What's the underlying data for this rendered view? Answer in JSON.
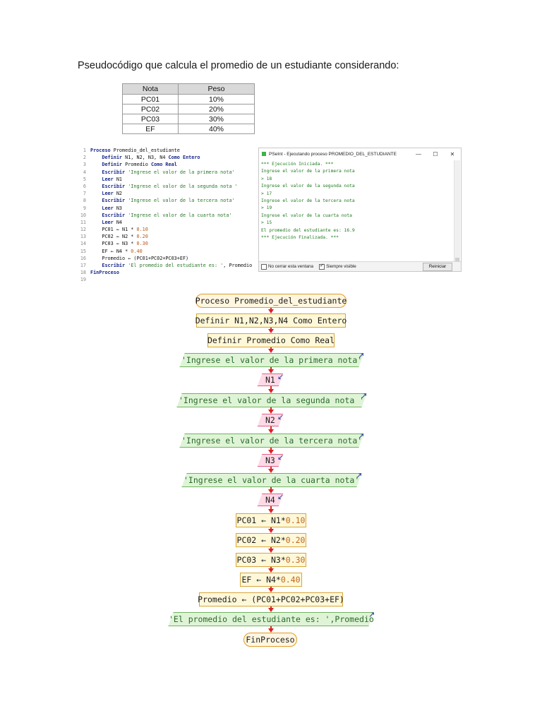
{
  "heading": "Pseudocódigo que calcula el promedio de un estudiante considerando:",
  "weights_table": {
    "headers": [
      "Nota",
      "Peso"
    ],
    "rows": [
      [
        "PC01",
        "10%"
      ],
      [
        "PC02",
        "20%"
      ],
      [
        "PC03",
        "30%"
      ],
      [
        "EF",
        "40%"
      ]
    ]
  },
  "code_lines": [
    {
      "n": "1",
      "parts": [
        [
          "kw",
          "Proceso"
        ],
        [
          "tx",
          " Promedio_del_estudiante"
        ]
      ],
      "indent": 0
    },
    {
      "n": "2",
      "parts": [
        [
          "kw",
          "Definir"
        ],
        [
          "tx",
          " N1, N2, N3, N4 "
        ],
        [
          "kw",
          "Como Entero"
        ]
      ],
      "indent": 1
    },
    {
      "n": "3",
      "parts": [
        [
          "kw",
          "Definir"
        ],
        [
          "tx",
          " Promedio "
        ],
        [
          "kw",
          "Como Real"
        ]
      ],
      "indent": 1
    },
    {
      "n": "4",
      "parts": [
        [
          "kw",
          "Escribir"
        ],
        [
          "str",
          " 'Ingrese el valor de la primera nota'"
        ]
      ],
      "indent": 1
    },
    {
      "n": "5",
      "parts": [
        [
          "kw",
          "Leer"
        ],
        [
          "tx",
          " N1"
        ]
      ],
      "indent": 1
    },
    {
      "n": "6",
      "parts": [
        [
          "kw",
          "Escribir"
        ],
        [
          "str",
          " 'Ingrese el valor de la segunda nota '"
        ]
      ],
      "indent": 1
    },
    {
      "n": "7",
      "parts": [
        [
          "kw",
          "Leer"
        ],
        [
          "tx",
          " N2"
        ]
      ],
      "indent": 1
    },
    {
      "n": "8",
      "parts": [
        [
          "kw",
          "Escribir"
        ],
        [
          "str",
          " 'Ingrese el valor de la tercera nota'"
        ]
      ],
      "indent": 1
    },
    {
      "n": "9",
      "parts": [
        [
          "kw",
          "Leer"
        ],
        [
          "tx",
          " N3"
        ]
      ],
      "indent": 1
    },
    {
      "n": "10",
      "parts": [
        [
          "kw",
          "Escribir"
        ],
        [
          "str",
          " 'Ingrese el valor de la cuarta nota'"
        ]
      ],
      "indent": 1
    },
    {
      "n": "11",
      "parts": [
        [
          "kw",
          "Leer"
        ],
        [
          "tx",
          " N4"
        ]
      ],
      "indent": 1
    },
    {
      "n": "12",
      "parts": [
        [
          "tx",
          "PC01 ← N1 * "
        ],
        [
          "num",
          "0.10"
        ]
      ],
      "indent": 1
    },
    {
      "n": "13",
      "parts": [
        [
          "tx",
          "PC02 ← N2 * "
        ],
        [
          "num",
          "0.20"
        ]
      ],
      "indent": 1
    },
    {
      "n": "14",
      "parts": [
        [
          "tx",
          "PC03 ← N3 * "
        ],
        [
          "num",
          "0.30"
        ]
      ],
      "indent": 1
    },
    {
      "n": "15",
      "parts": [
        [
          "tx",
          "EF ← N4 * "
        ],
        [
          "num",
          "0.40"
        ]
      ],
      "indent": 1
    },
    {
      "n": "16",
      "parts": [
        [
          "tx",
          "Promedio ← (PC01+PC02+PC03+EF)"
        ]
      ],
      "indent": 1
    },
    {
      "n": "17",
      "parts": [
        [
          "kw",
          "Escribir"
        ],
        [
          "str",
          " 'El promedio del estudiante es: '"
        ],
        [
          "tx",
          ", Promedio"
        ]
      ],
      "indent": 1
    },
    {
      "n": "18",
      "parts": [
        [
          "kw",
          "FinProceso"
        ]
      ],
      "indent": 0
    },
    {
      "n": "19",
      "parts": [],
      "indent": 0
    }
  ],
  "console": {
    "title": "PSeInt - Ejecutando proceso PROMEDIO_DEL_ESTUDIANTE",
    "minimize": "—",
    "maximize": "☐",
    "close": "✕",
    "lines": [
      "*** Ejecución Iniciada. ***",
      "Ingrese el valor de la primera nota",
      "> 18",
      "Ingrese el valor de la segunda nota",
      "> 17",
      "Ingrese el valor de la tercera nota",
      "> 19",
      "Ingrese el valor de la cuarta nota",
      "> 15",
      "El promedio del estudiante es: 16.9",
      "*** Ejecución Finalizada. ***"
    ],
    "opt_close": "No cerrar esta ventana",
    "opt_visible": "Siempre visible",
    "opt_close_checked": false,
    "opt_visible_checked": true,
    "restart": "Reiniciar"
  },
  "flowchart": {
    "start": [
      "Proceso ",
      "Promedio_del_estudiante"
    ],
    "def1": "Definir N1,N2,N3,N4 Como Entero",
    "def2": "Definir Promedio Como Real",
    "w1": "'Ingrese el valor de la primera nota'",
    "r1": "N1",
    "w2": "'Ingrese el valor de la segunda nota '",
    "r2": "N2",
    "w3": "'Ingrese el valor de la tercera nota'",
    "r3": "N3",
    "w4": "'Ingrese el valor de la cuarta nota'",
    "r4": "N4",
    "a1": [
      "PC01 ← N1*",
      "0.10"
    ],
    "a2": [
      "PC02 ← N2*",
      "0.20"
    ],
    "a3": [
      "PC03 ← N3*",
      "0.30"
    ],
    "a4": [
      "EF ← N4*",
      "0.40"
    ],
    "a5": "Promedio ← (PC01+PC02+PC03+EF)",
    "w5": "'El promedio del estudiante es: ',Promedio",
    "end": "FinProceso",
    "out_mark": "↗",
    "in_mark": "↙"
  }
}
